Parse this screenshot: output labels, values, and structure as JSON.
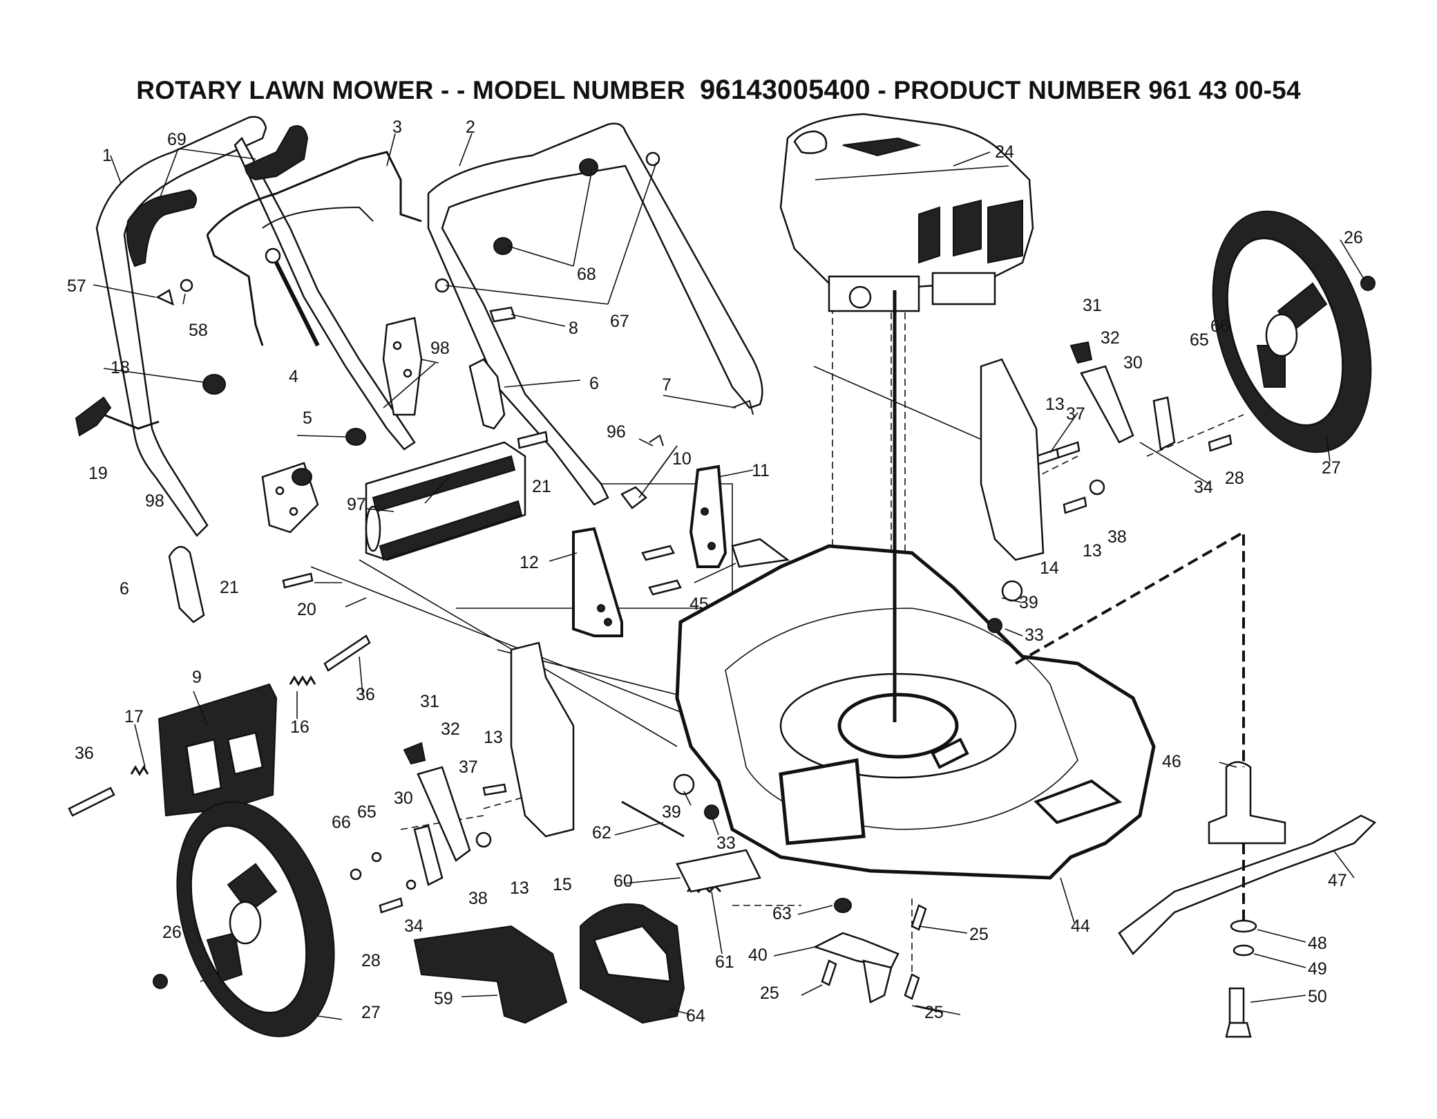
{
  "title": {
    "prefix": "ROTARY LAWN MOWER - - MODEL NUMBER  ",
    "model_number": "96143005400",
    "suffix": " - PRODUCT NUMBER 961 43 00-54"
  },
  "callouts": {
    "c1": "1",
    "c2": "2",
    "c3": "3",
    "c4": "4",
    "c5": "5",
    "c6a": "6",
    "c6b": "6",
    "c7": "7",
    "c8": "8",
    "c9": "9",
    "c10": "10",
    "c11": "11",
    "c12": "12",
    "c13a": "13",
    "c13b": "13",
    "c13c": "13",
    "c13d": "13",
    "c14": "14",
    "c15": "15",
    "c16": "16",
    "c17": "17",
    "c18": "18",
    "c19": "19",
    "c20": "20",
    "c21a": "21",
    "c21b": "21",
    "c24": "24",
    "c25a": "25",
    "c25b": "25",
    "c25c": "25",
    "c26a": "26",
    "c26b": "26",
    "c27a": "27",
    "c27b": "27",
    "c28a": "28",
    "c28b": "28",
    "c30a": "30",
    "c30b": "30",
    "c31a": "31",
    "c31b": "31",
    "c32a": "32",
    "c32b": "32",
    "c33a": "33",
    "c33b": "33",
    "c34a": "34",
    "c34b": "34",
    "c36a": "36",
    "c36b": "36",
    "c37a": "37",
    "c37b": "37",
    "c38a": "38",
    "c38b": "38",
    "c39a": "39",
    "c39b": "39",
    "c40": "40",
    "c44": "44",
    "c45": "45",
    "c46": "46",
    "c47": "47",
    "c48": "48",
    "c49": "49",
    "c50": "50",
    "c57": "57",
    "c58": "58",
    "c59": "59",
    "c60": "60",
    "c61": "61",
    "c62": "62",
    "c63": "63",
    "c64": "64",
    "c65a": "65",
    "c65b": "65",
    "c66a": "66",
    "c66b": "66",
    "c67": "67",
    "c68": "68",
    "c69": "69",
    "c96": "96",
    "c97": "97",
    "c98a": "98",
    "c98b": "98"
  }
}
